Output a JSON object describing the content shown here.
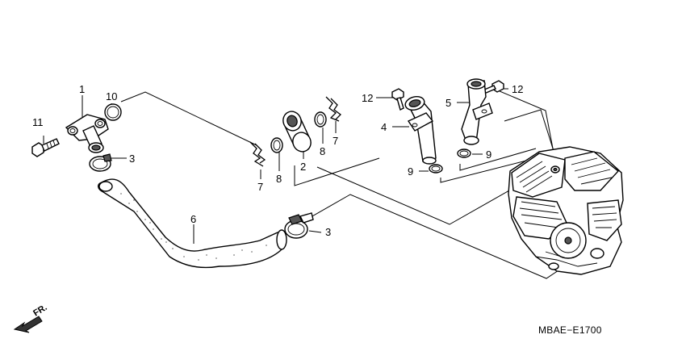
{
  "callouts": {
    "c1": "1",
    "c2": "2",
    "c3a": "3",
    "c3b": "3",
    "c4": "4",
    "c5": "5",
    "c6": "6",
    "c7a": "7",
    "c7b": "7",
    "c8a": "8",
    "c8b": "8",
    "c9a": "9",
    "c9b": "9",
    "c10": "10",
    "c11": "11",
    "c12a": "12",
    "c12b": "12"
  },
  "direction_label": "FR.",
  "diagram_code": "MBAE−E1700"
}
